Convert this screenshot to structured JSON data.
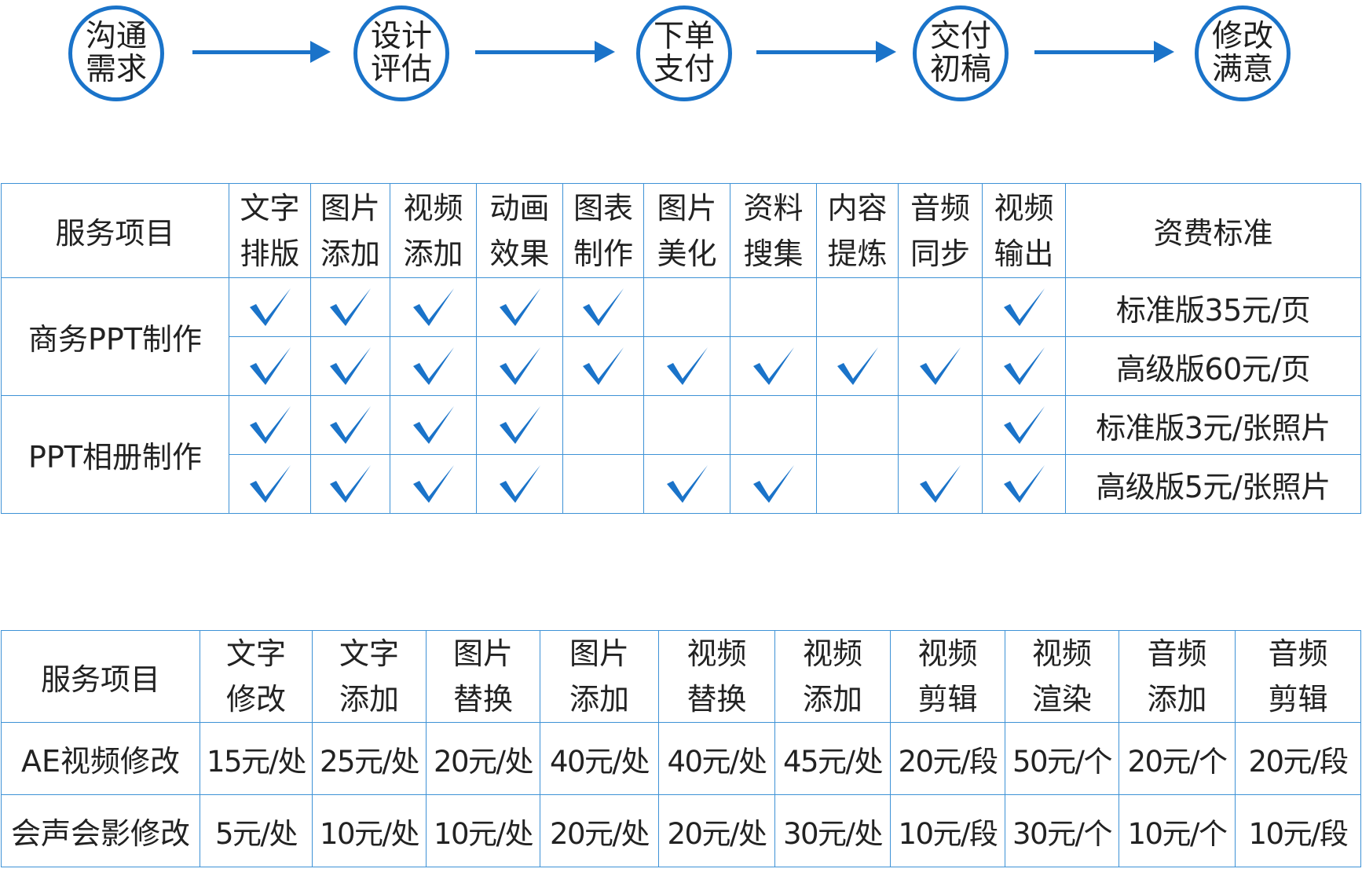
{
  "flow": {
    "steps": [
      "沟通需求",
      "设计评估",
      "下单支付",
      "交付初稿",
      "修改满意"
    ]
  },
  "ppt_table": {
    "header": {
      "service_label": "服务项目",
      "features": [
        "文字排版",
        "图片添加",
        "视频添加",
        "动画效果",
        "图表制作",
        "图片美化",
        "资料搜集",
        "内容提炼",
        "音频同步",
        "视频输出"
      ],
      "price_label": "资费标准"
    },
    "groups": [
      {
        "name": "商务PPT制作",
        "rows": [
          {
            "checks": [
              true,
              true,
              true,
              true,
              true,
              false,
              false,
              false,
              false,
              true
            ],
            "price": "标准版35元/页"
          },
          {
            "checks": [
              true,
              true,
              true,
              true,
              true,
              true,
              true,
              true,
              true,
              true
            ],
            "price": "高级版60元/页"
          }
        ]
      },
      {
        "name": "PPT相册制作",
        "rows": [
          {
            "checks": [
              true,
              true,
              true,
              true,
              false,
              false,
              false,
              false,
              false,
              true
            ],
            "price": "标准版3元/张照片"
          },
          {
            "checks": [
              true,
              true,
              true,
              true,
              false,
              true,
              true,
              false,
              true,
              true
            ],
            "price": "高级版5元/张照片"
          }
        ]
      }
    ]
  },
  "video_table": {
    "header": {
      "service_label": "服务项目",
      "items": [
        "文字修改",
        "文字添加",
        "图片替换",
        "图片添加",
        "视频替换",
        "视频添加",
        "视频剪辑",
        "视频渲染",
        "音频添加",
        "音频剪辑"
      ]
    },
    "rows": [
      {
        "name": "AE视频修改",
        "prices": [
          "15元/处",
          "25元/处",
          "20元/处",
          "40元/处",
          "40元/处",
          "45元/处",
          "20元/段",
          "50元/个",
          "20元/个",
          "20元/段"
        ]
      },
      {
        "name": "会声会影修改",
        "prices": [
          "5元/处",
          "10元/处",
          "10元/处",
          "20元/处",
          "20元/处",
          "30元/处",
          "10元/段",
          "30元/个",
          "10元/个",
          "10元/段"
        ]
      }
    ]
  },
  "colors": {
    "accent": "#1a73c9",
    "border": "#3e92d6",
    "check": "#1a73c9"
  }
}
